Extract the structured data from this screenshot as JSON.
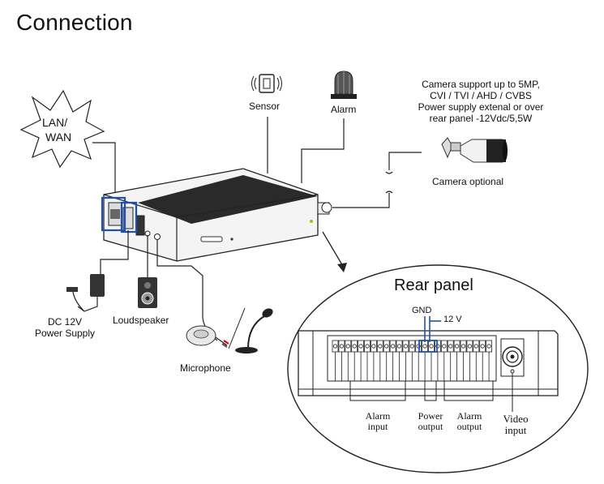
{
  "title": "Connection",
  "labels": {
    "lan": [
      "LAN/",
      "WAN"
    ],
    "sensor": "Sensor",
    "alarm": "Alarm",
    "camera_support": [
      "Camera support up to 5MP,",
      "CVI / TVI / AHD / CVBS",
      "Power supply extenal or over",
      "rear panel -12Vdc/5,5W"
    ],
    "camera_optional": "Camera optional",
    "dc_power": [
      "DC 12V",
      "Power Supply"
    ],
    "loudspeaker": "Loudspeaker",
    "microphone": "Microphone",
    "rear_panel": "Rear panel",
    "gnd": "GND",
    "v12": "12 V",
    "alarm_input": [
      "Alarm",
      "input"
    ],
    "power_output": [
      "Power",
      "output"
    ],
    "alarm_output": [
      "Alarm",
      "output"
    ],
    "video_input": [
      "Video",
      "input"
    ]
  },
  "colors": {
    "line": "#222222",
    "highlight": "#1f4fb3",
    "device_top": "#2a2a2a"
  }
}
